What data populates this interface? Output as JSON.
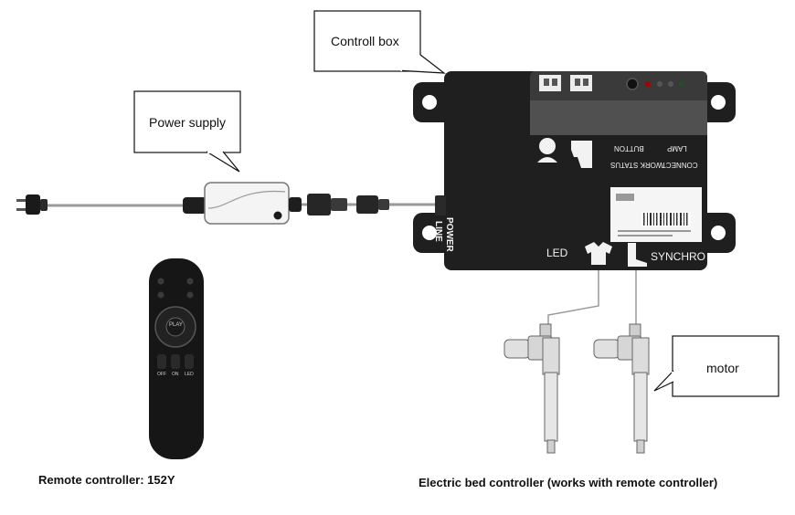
{
  "callouts": {
    "control_box": "Controll box",
    "power_supply": "Power supply",
    "motor": "motor"
  },
  "box_labels": {
    "power_line_1": "POWER",
    "power_line_2": "LINE",
    "led": "LED",
    "synchro": "SYNCHRO",
    "work_status": "WORK STATUS",
    "connect": "CONNECT",
    "button": "BUTTON",
    "lamp": "LAMP"
  },
  "remote_labels": {
    "play": "PLAY",
    "off": "OFF",
    "on": "ON",
    "led": "LED"
  },
  "captions": {
    "remote": "Remote controller: 152Y",
    "bed_controller": "Electric bed controller (works with remote controller)"
  },
  "colors": {
    "box": "#1f1f1f",
    "box_top": "#3a3a3a",
    "cable": "#9a9a9a",
    "remote": "#161616"
  }
}
